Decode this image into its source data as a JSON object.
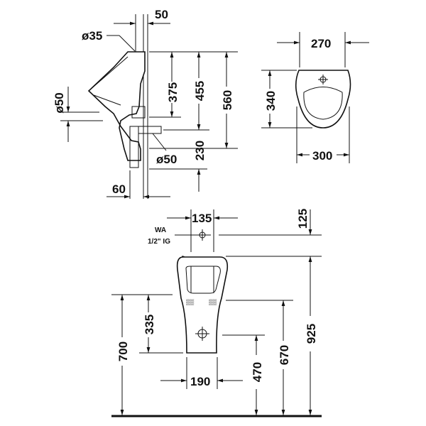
{
  "side_view": {
    "dims": {
      "top_offset": "50",
      "inlet_diameter": "ø35",
      "outlet_diameter_left": "ø50",
      "h375": "375",
      "h455": "455",
      "h560": "560",
      "h230": "230",
      "outlet_diameter": "ø50",
      "bottom_offset": "60"
    }
  },
  "top_view": {
    "dims": {
      "width_top": "270",
      "depth": "340",
      "width_bottom": "300"
    }
  },
  "front_view": {
    "water_inlet_label_1": "WA",
    "water_inlet_label_2": "1/2\" IG",
    "dims": {
      "inlet_width": "135",
      "inlet_height_above": "125",
      "h335": "335",
      "h700": "700",
      "w190": "190",
      "h470": "470",
      "h670": "670",
      "h925": "925"
    }
  }
}
